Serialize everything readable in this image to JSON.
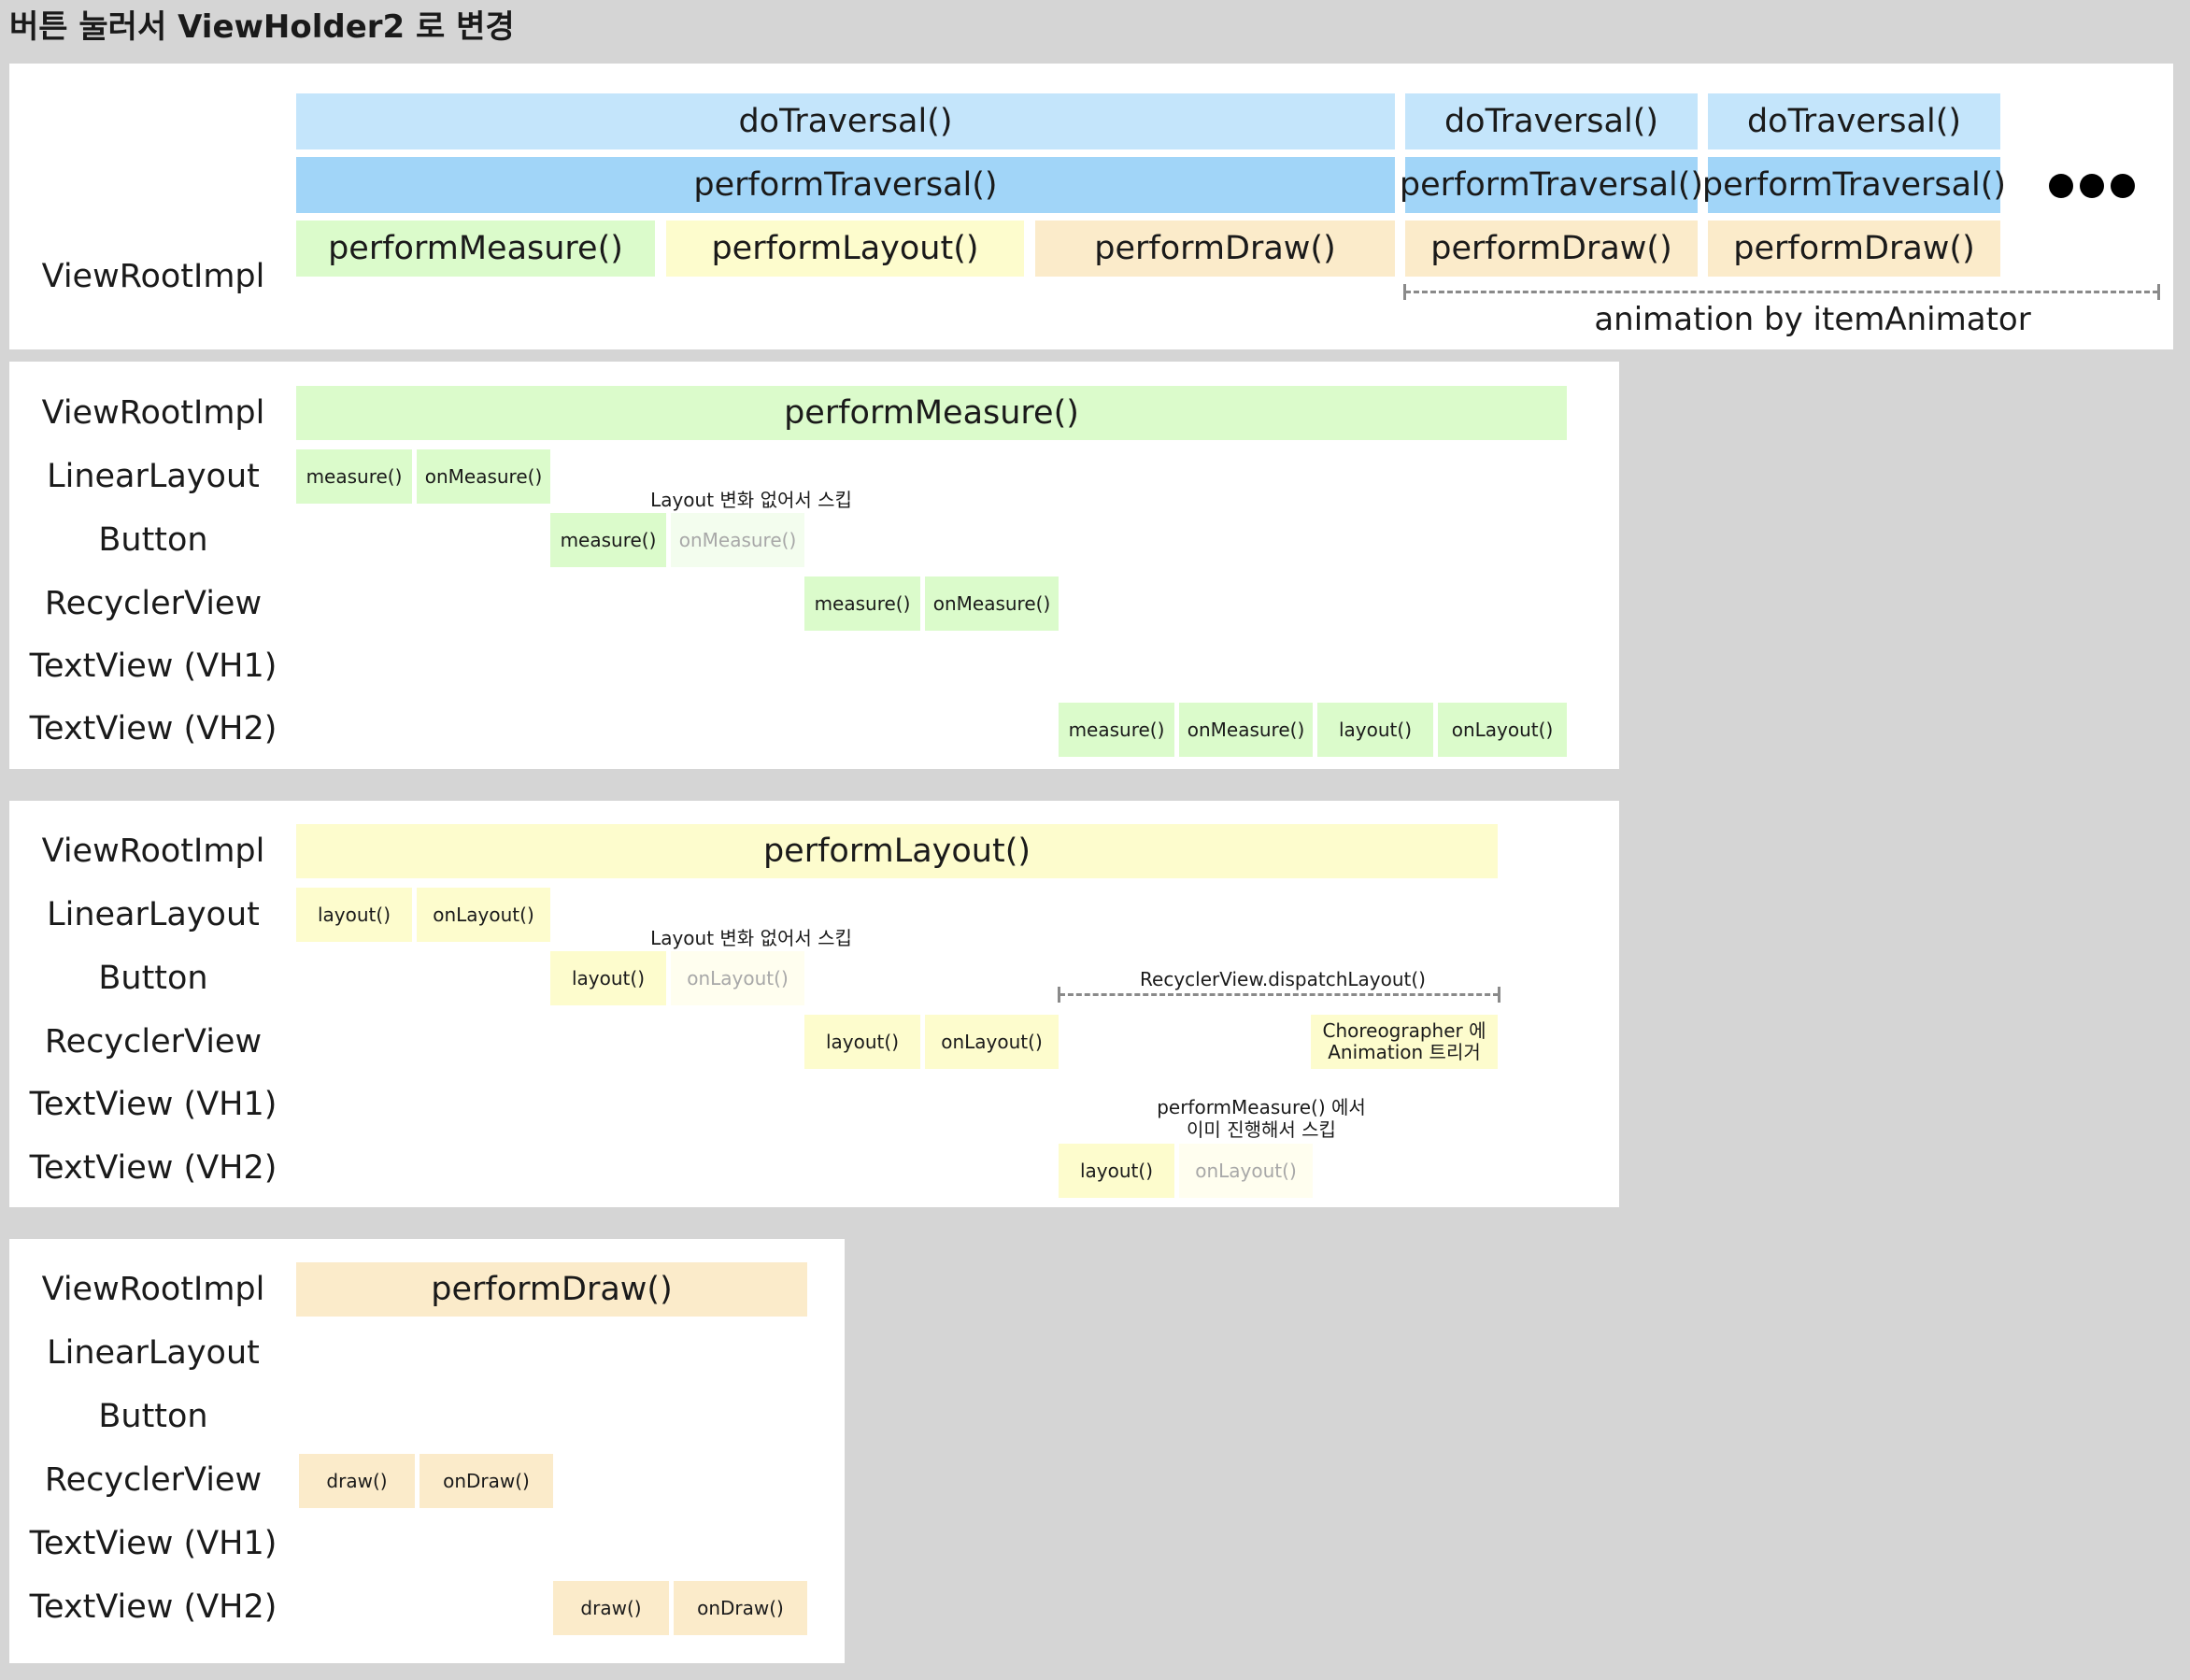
{
  "title": "버튼 눌러서 ViewHolder2 로 변경",
  "overview": {
    "row_label": "ViewRootImpl",
    "traversals": [
      "doTraversal()",
      "doTraversal()",
      "doTraversal()"
    ],
    "perform_traversals": [
      "performTraversal()",
      "performTraversal()",
      "performTraversal()"
    ],
    "phases": [
      "performMeasure()",
      "performLayout()",
      "performDraw()",
      "performDraw()",
      "performDraw()"
    ],
    "animation_note": "animation by itemAnimator",
    "more_icon": "ellipsis-dots-icon"
  },
  "row_labels": [
    "ViewRootImpl",
    "LinearLayout",
    "Button",
    "RecyclerView",
    "TextView (VH1)",
    "TextView (VH2)"
  ],
  "measure_panel": {
    "header": "performMeasure()",
    "linear": [
      "measure()",
      "onMeasure()"
    ],
    "button": [
      "measure()",
      "onMeasure()"
    ],
    "recycler": [
      "measure()",
      "onMeasure()"
    ],
    "vh2": [
      "measure()",
      "onMeasure()",
      "layout()",
      "onLayout()"
    ],
    "skip_note": "Layout 변화 없어서 스킵"
  },
  "layout_panel": {
    "header": "performLayout()",
    "linear": [
      "layout()",
      "onLayout()"
    ],
    "button": [
      "layout()",
      "onLayout()"
    ],
    "recycler": [
      "layout()",
      "onLayout()"
    ],
    "vh2": [
      "layout()",
      "onLayout()"
    ],
    "skip_note": "Layout 변화 없어서 스킵",
    "dispatch_note": "RecyclerView.dispatchLayout()",
    "choreographer": [
      "Choreographer 에",
      "Animation 트리거"
    ],
    "vh2_note": [
      "performMeasure() 에서",
      "이미 진행해서 스킵"
    ]
  },
  "draw_panel": {
    "header": "performDraw()",
    "recycler": [
      "draw()",
      "onDraw()"
    ],
    "vh2": [
      "draw()",
      "onDraw()"
    ]
  },
  "colors": {
    "background": "#d5d5d5",
    "doTraversal": "#c4e5fb",
    "performTraversal": "#a1d5f8",
    "measure": "#dbfbcb",
    "layout": "#fdfccd",
    "draw": "#fbebca"
  }
}
